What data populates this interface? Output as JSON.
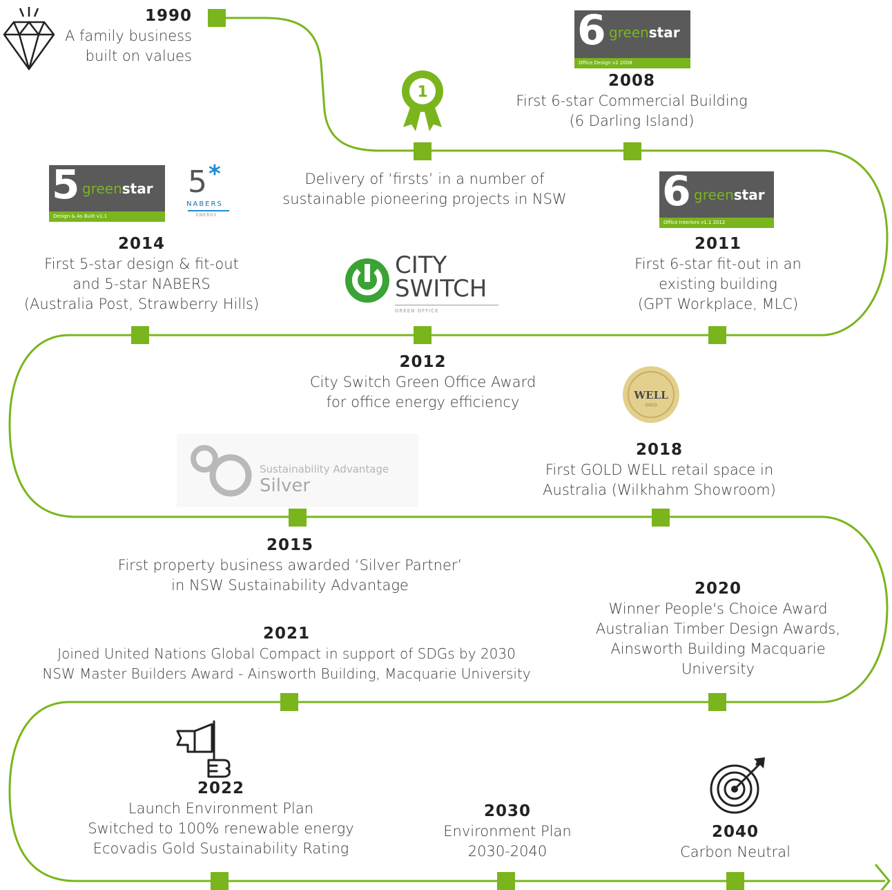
{
  "colors": {
    "accent": "#7ab51d",
    "text": "#3a3a3a",
    "badge_bg": "#5a5a5a",
    "gold": "#d8c07a"
  },
  "icons": [
    "diamond-icon",
    "award-ribbon-icon",
    "handshake-flag-icon",
    "target-arrow-icon",
    "arrow-head-icon"
  ],
  "milestones": {
    "m1990": {
      "year": "1990",
      "lines": [
        "A family business",
        "built on values"
      ]
    },
    "firsts": {
      "lines": [
        "Delivery of ‘firsts’ in a number of",
        "sustainable pioneering projects in NSW"
      ]
    },
    "m2008": {
      "year": "2008",
      "lines": [
        "First 6-star Commercial Building",
        "(6 Darling Island)"
      ]
    },
    "m2014": {
      "year": "2014",
      "lines": [
        "First 5-star design & fit-out",
        "and 5-star NABERS",
        "(Australia Post, Strawberry Hills)"
      ]
    },
    "m2011": {
      "year": "2011",
      "lines": [
        "First 6-star fit-out in an",
        "existing building",
        "(GPT Workplace, MLC)"
      ]
    },
    "m2012": {
      "year": "2012",
      "lines": [
        "City Switch Green Office Award",
        "for office energy efficiency"
      ]
    },
    "m2018": {
      "year": "2018",
      "lines": [
        "First GOLD WELL retail space in",
        "Australia (Wilkhahm Showroom)"
      ]
    },
    "m2015": {
      "year": "2015",
      "lines": [
        "First property business awarded ‘Silver Partner’",
        "in NSW Sustainability Advantage"
      ]
    },
    "m2020": {
      "year": "2020",
      "lines": [
        "Winner People's Choice Award",
        "Australian Timber Design Awards,",
        "Ainsworth Building Macquarie",
        "University"
      ]
    },
    "m2021": {
      "year": "2021",
      "lines": [
        "Joined United Nations Global Compact in support of SDGs by 2030",
        "NSW Master Builders Award - Ainsworth Building, Macquarie University"
      ]
    },
    "m2022": {
      "year": "2022",
      "lines": [
        "Launch Environment Plan",
        "Switched to 100% renewable energy",
        "Ecovadis Gold Sustainability Rating"
      ]
    },
    "m2030": {
      "year": "2030",
      "lines": [
        "Environment Plan",
        "2030-2040"
      ]
    },
    "m2040": {
      "year": "2040",
      "lines": [
        "Carbon Neutral"
      ]
    }
  },
  "logos": {
    "gs2008": {
      "number": "6",
      "green": "green",
      "star": "star",
      "bar": "Office Design v2 2008"
    },
    "gs2011": {
      "number": "6",
      "green": "green",
      "star": "star",
      "bar": "Office Interiors v1.1 2012"
    },
    "gs2014": {
      "number": "5",
      "green": "green",
      "star": "star",
      "bar": "Design & As Built v1.1"
    },
    "nabers": {
      "number": "5",
      "star": "*",
      "name": "NABERS",
      "sub": "ENERGY"
    },
    "award_number": "1",
    "cityswitch": {
      "line1": "CITY",
      "line2": "SWITCH",
      "sub": "GREEN OFFICE"
    },
    "well": {
      "name": "WELL",
      "sub": "GOLD"
    },
    "sustainability": {
      "line1": "Sustainability Advantage",
      "line2": "Silver"
    }
  }
}
